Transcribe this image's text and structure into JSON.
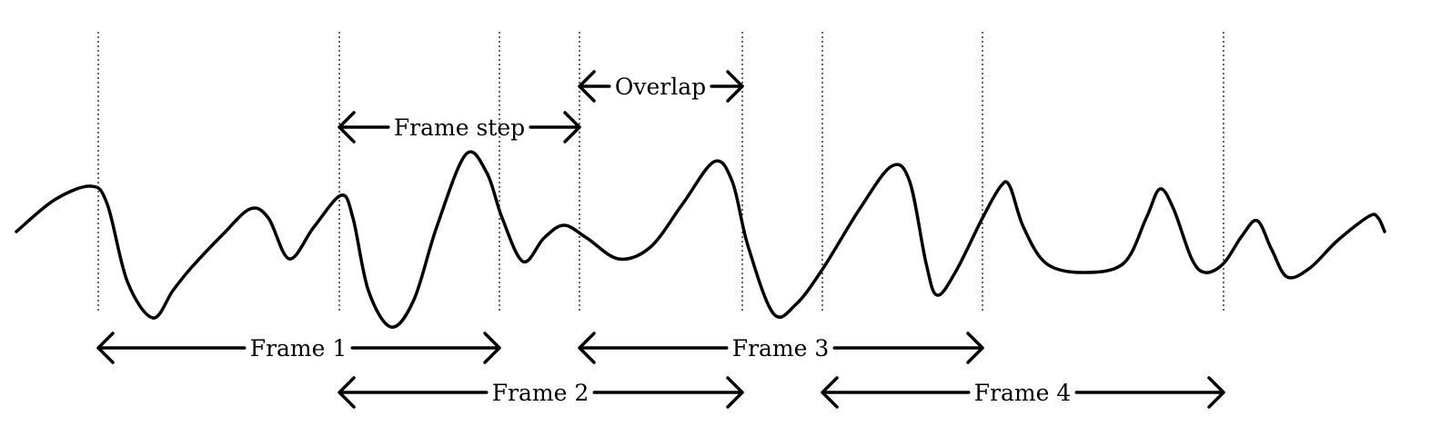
{
  "diagram": {
    "labels": {
      "overlap": "Overlap",
      "frame_step": "Frame step",
      "frames": [
        "Frame 1",
        "Frame 2",
        "Frame 3",
        "Frame 4"
      ]
    },
    "colors": {
      "stroke": "#000000",
      "background": "#ffffff"
    }
  }
}
